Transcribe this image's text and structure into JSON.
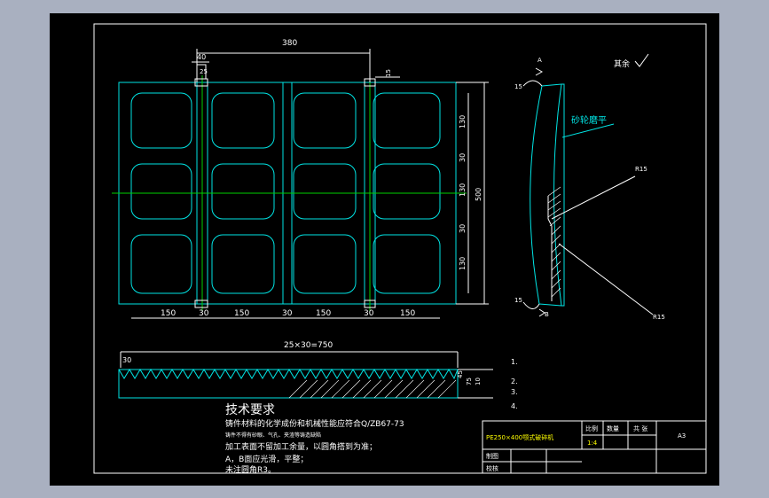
{
  "dimensions": {
    "top_width": "380",
    "top_left_40": "40",
    "top_left_25": "25",
    "top_right_15": "15",
    "bottom": [
      "150",
      "30",
      "150",
      "30",
      "150",
      "30",
      "150"
    ],
    "right": [
      "130",
      "30",
      "130",
      "30",
      "130"
    ],
    "overall_height": "500",
    "pitch": "25×30=750",
    "side_30": "30",
    "tooth_left": "30",
    "side_right": [
      "45",
      "75",
      "10"
    ],
    "angle_top": "15",
    "angle_bottom": "15"
  },
  "labels": {
    "point_a": "A",
    "point_b": "B",
    "grind": "砂轮磨平",
    "radius_top": "R15",
    "radius_bottom": "R15",
    "roughness": "其余",
    "item_numbers": [
      "1.",
      "2.",
      "3.",
      "4."
    ]
  },
  "tech": {
    "title": "技术要求",
    "lines": [
      "铸件材料的化学成份和机械性能应符合Q/ZB67-73",
      "铸件不得有砂眼、气孔、夹渣等铸造缺陷",
      "加工表面不留加工余量，以圆角搭到为准；",
      "A，B面应光滑，平整；",
      "未注圆角R3。"
    ]
  },
  "title_block": {
    "part_name": "PE250×400颚式破碎机",
    "scale_label": "比例",
    "qty_label": "数量",
    "sheet_label": "共 张",
    "scale_value": "1:4",
    "drawing_no": "A3",
    "drawn_label": "制图",
    "checked_label": "校核"
  }
}
